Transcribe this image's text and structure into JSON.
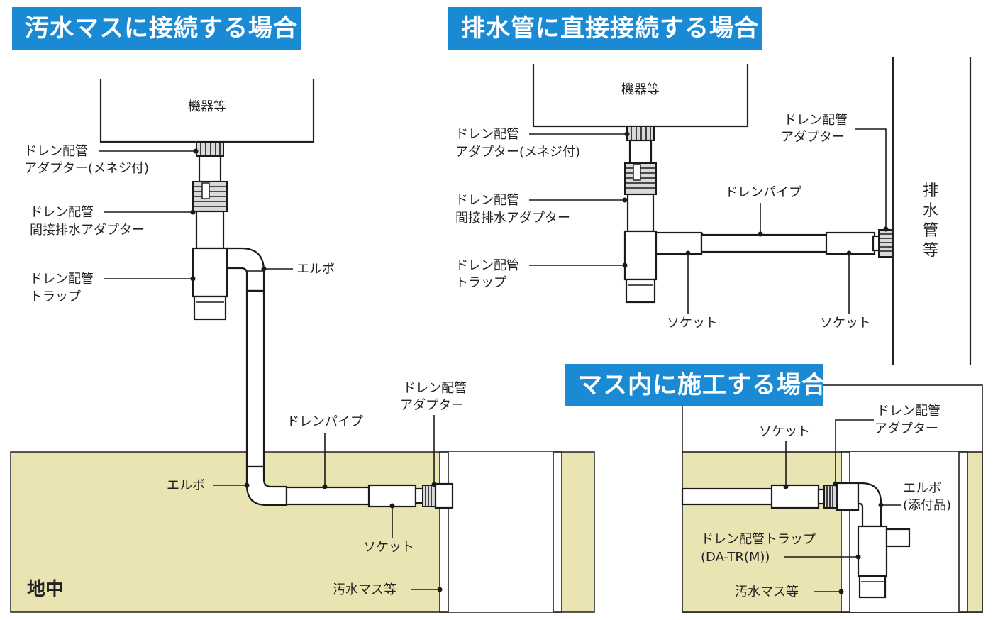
{
  "banners": {
    "sewer_box": "汚水マスに接続する場合",
    "direct_pipe": "排水管に直接接続する場合",
    "inside_box": "マス内に施工する場合"
  },
  "left": {
    "equipment": "機器等",
    "adapter_female": [
      "ドレン配管",
      "アダプター(メネジ付)"
    ],
    "indirect_adapter": [
      "ドレン配管",
      "間接排水アダプター"
    ],
    "trap": [
      "ドレン配管",
      "トラップ"
    ],
    "elbow_top": "エルボ",
    "elbow_bottom": "エルボ",
    "drain_pipe": "ドレンパイプ",
    "adapter": [
      "ドレン配管",
      "アダプター"
    ],
    "socket": "ソケット",
    "sewer_box": "汚水マス等",
    "underground": "地中"
  },
  "right_top": {
    "equipment": "機器等",
    "adapter_female": [
      "ドレン配管",
      "アダプター(メネジ付)"
    ],
    "indirect_adapter": [
      "ドレン配管",
      "間接排水アダプター"
    ],
    "trap": [
      "ドレン配管",
      "トラップ"
    ],
    "drain_pipe": "ドレンパイプ",
    "adapter": [
      "ドレン配管",
      "アダプター"
    ],
    "socket_1": "ソケット",
    "socket_2": "ソケット",
    "drain_pipe_wall": [
      "排",
      "水",
      "管",
      "等"
    ]
  },
  "right_bottom": {
    "socket": "ソケット",
    "adapter": [
      "ドレン配管",
      "アダプター"
    ],
    "elbow": [
      "エルボ",
      "(添付品)"
    ],
    "trap": [
      "ドレン配管トラップ",
      "(DA-TR(M))"
    ],
    "sewer_box": "汚水マス等"
  },
  "colors": {
    "banner": "#1a8ad4",
    "ground": "#eae3b2"
  }
}
